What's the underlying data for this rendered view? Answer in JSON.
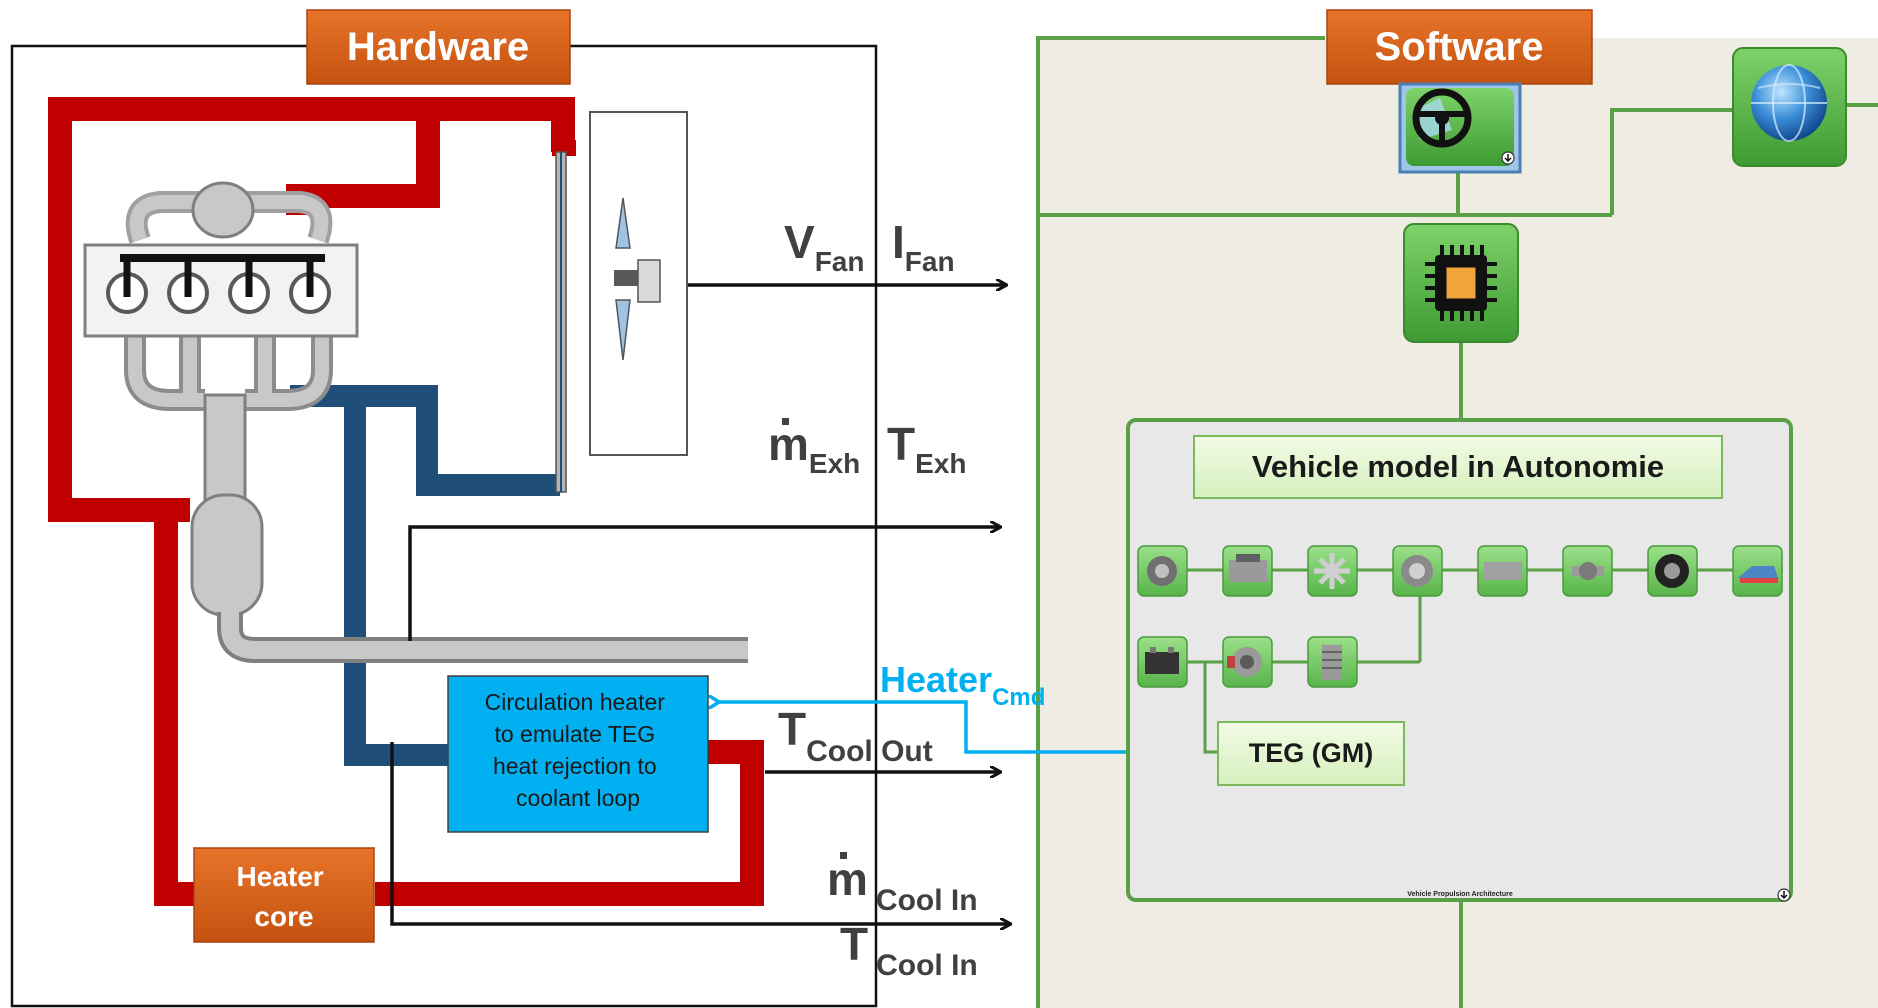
{
  "titles": {
    "hardware": "Hardware",
    "software": "Software"
  },
  "signals": {
    "v_fan": {
      "main": "V",
      "sub": "Fan"
    },
    "i_fan": {
      "main": "I",
      "sub": "Fan"
    },
    "m_exh": {
      "main": "m",
      "sub": "Exh"
    },
    "t_exh": {
      "main": "T",
      "sub": "Exh"
    },
    "heater_cmd": {
      "main": "Heater",
      "sub": "Cmd"
    },
    "t_cool_out": {
      "main": "T",
      "sub": "Cool Out"
    },
    "m_cool_in": {
      "main": "m",
      "sub": "Cool In"
    },
    "t_cool_in": {
      "main": "T",
      "sub": "Cool In"
    }
  },
  "circulation_heater": {
    "lines": [
      "Circulation heater",
      "to emulate TEG",
      "heat rejection to",
      "coolant loop"
    ]
  },
  "heater_core": {
    "lines": [
      "Heater",
      "core"
    ]
  },
  "vehicle_model": {
    "title": "Vehicle model in Autonomie",
    "teg_label": "TEG (GM)",
    "footer": "Vehicle Propulsion Architecture"
  },
  "icons": {
    "driver": "steering-wheel-icon",
    "environment": "globe-icon",
    "controller": "chip-icon"
  },
  "colors": {
    "hot_pipe": "#c00000",
    "cold_pipe": "#1f4e79",
    "heater_cmd": "#00b0f0",
    "title_box": "#d9621a",
    "software_bus": "#5aa046",
    "green_button": "#5cb85c"
  }
}
